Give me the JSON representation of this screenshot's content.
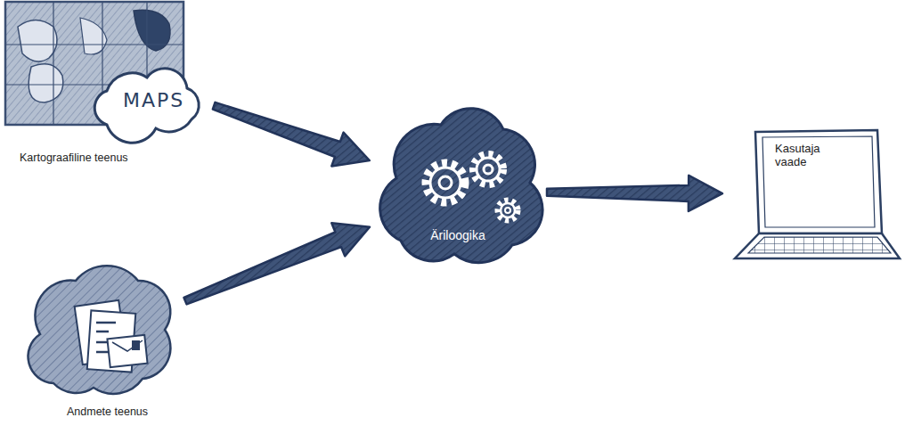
{
  "diagram": {
    "nodes": [
      {
        "text": [
          "MAPS",
          "Kartograafiline teenus"
        ]
      },
      {
        "text": [
          "Andmete teenus"
        ]
      },
      {
        "text": [
          "Äriloogika"
        ]
      },
      {
        "text": [
          "Kasutaja vaade"
        ]
      }
    ],
    "edges": [
      {
        "from": 0,
        "to": 2,
        "arrow": "to"
      },
      {
        "from": 1,
        "to": 2,
        "arrow": "to"
      },
      {
        "from": 2,
        "to": 3,
        "arrow": "to"
      }
    ]
  }
}
